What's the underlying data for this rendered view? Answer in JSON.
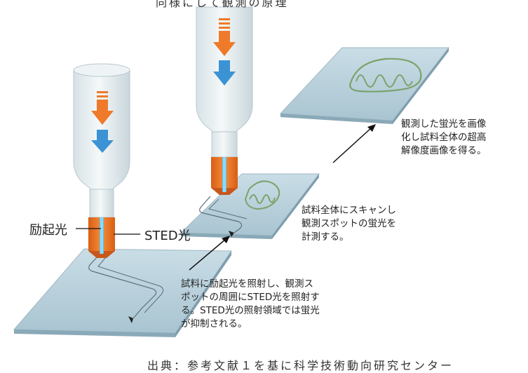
{
  "diagram": {
    "top_title_partial": "同様にして観測の原理",
    "label_excitation": "励起光",
    "label_sted": "STED光",
    "step1_text": "試料に励起光を照射し、観測ス\nポットの周囲にSTED光を照射す\nる。STED光の照射領域では蛍光\nが抑制される。",
    "step2_text": "試料全体にスキャンし\n観測スポットの蛍光を\n計測する。",
    "step3_text": "観測した蛍光を画像\n化し試料全体の超高\n解像度画像を得る。",
    "source_partial": "出典：参考文献１を基に科学技術動向研究センター"
  },
  "colors": {
    "lens": "#e6eef1",
    "orange": "#ef7a2a",
    "blue": "#3c93d4",
    "slide": "#b8d0dc",
    "sample": "#7aa36a"
  }
}
